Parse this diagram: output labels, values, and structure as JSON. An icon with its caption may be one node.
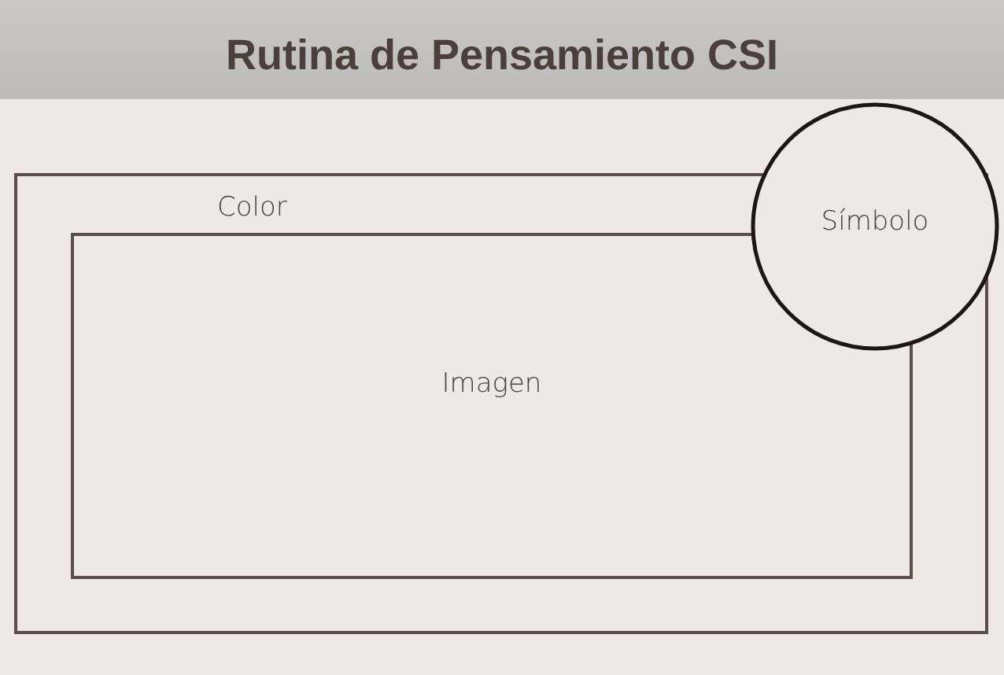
{
  "diagram": {
    "title": "Rutina de Pensamiento CSI",
    "nodes": [
      {
        "text": [
          "Color"
        ]
      },
      {
        "text": [
          "Imagen"
        ],
        "in": 0
      },
      {
        "text": [
          "Símbolo"
        ]
      }
    ]
  }
}
